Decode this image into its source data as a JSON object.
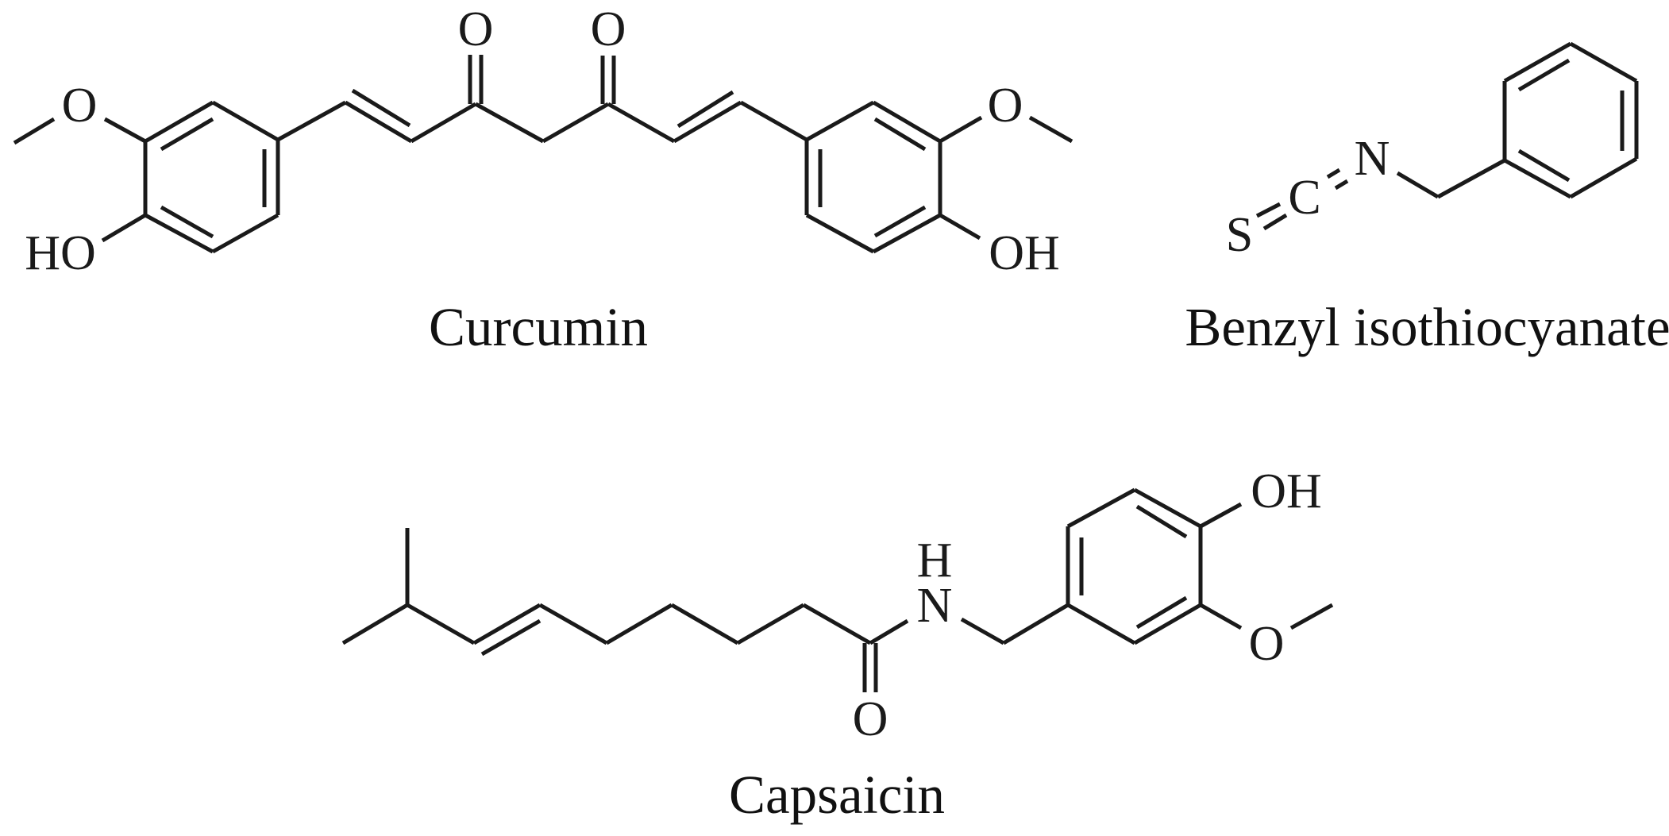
{
  "figure": {
    "molecules": [
      {
        "name": "Curcumin",
        "labels": {
          "methoxy_left": "O",
          "hydroxyl_left": "HO",
          "carbonyl_1": "O",
          "carbonyl_2": "O",
          "methoxy_right": "O",
          "hydroxyl_right": "OH"
        }
      },
      {
        "name": "Benzyl isothiocyanate",
        "labels": {
          "sulfur": "S",
          "carbon": "C",
          "nitrogen": "N"
        }
      },
      {
        "name": "Capsaicin",
        "labels": {
          "carbonyl_oxygen": "O",
          "amide_hydrogen": "H",
          "amide_nitrogen": "N",
          "hydroxyl": "OH",
          "methoxy": "O"
        }
      }
    ]
  }
}
